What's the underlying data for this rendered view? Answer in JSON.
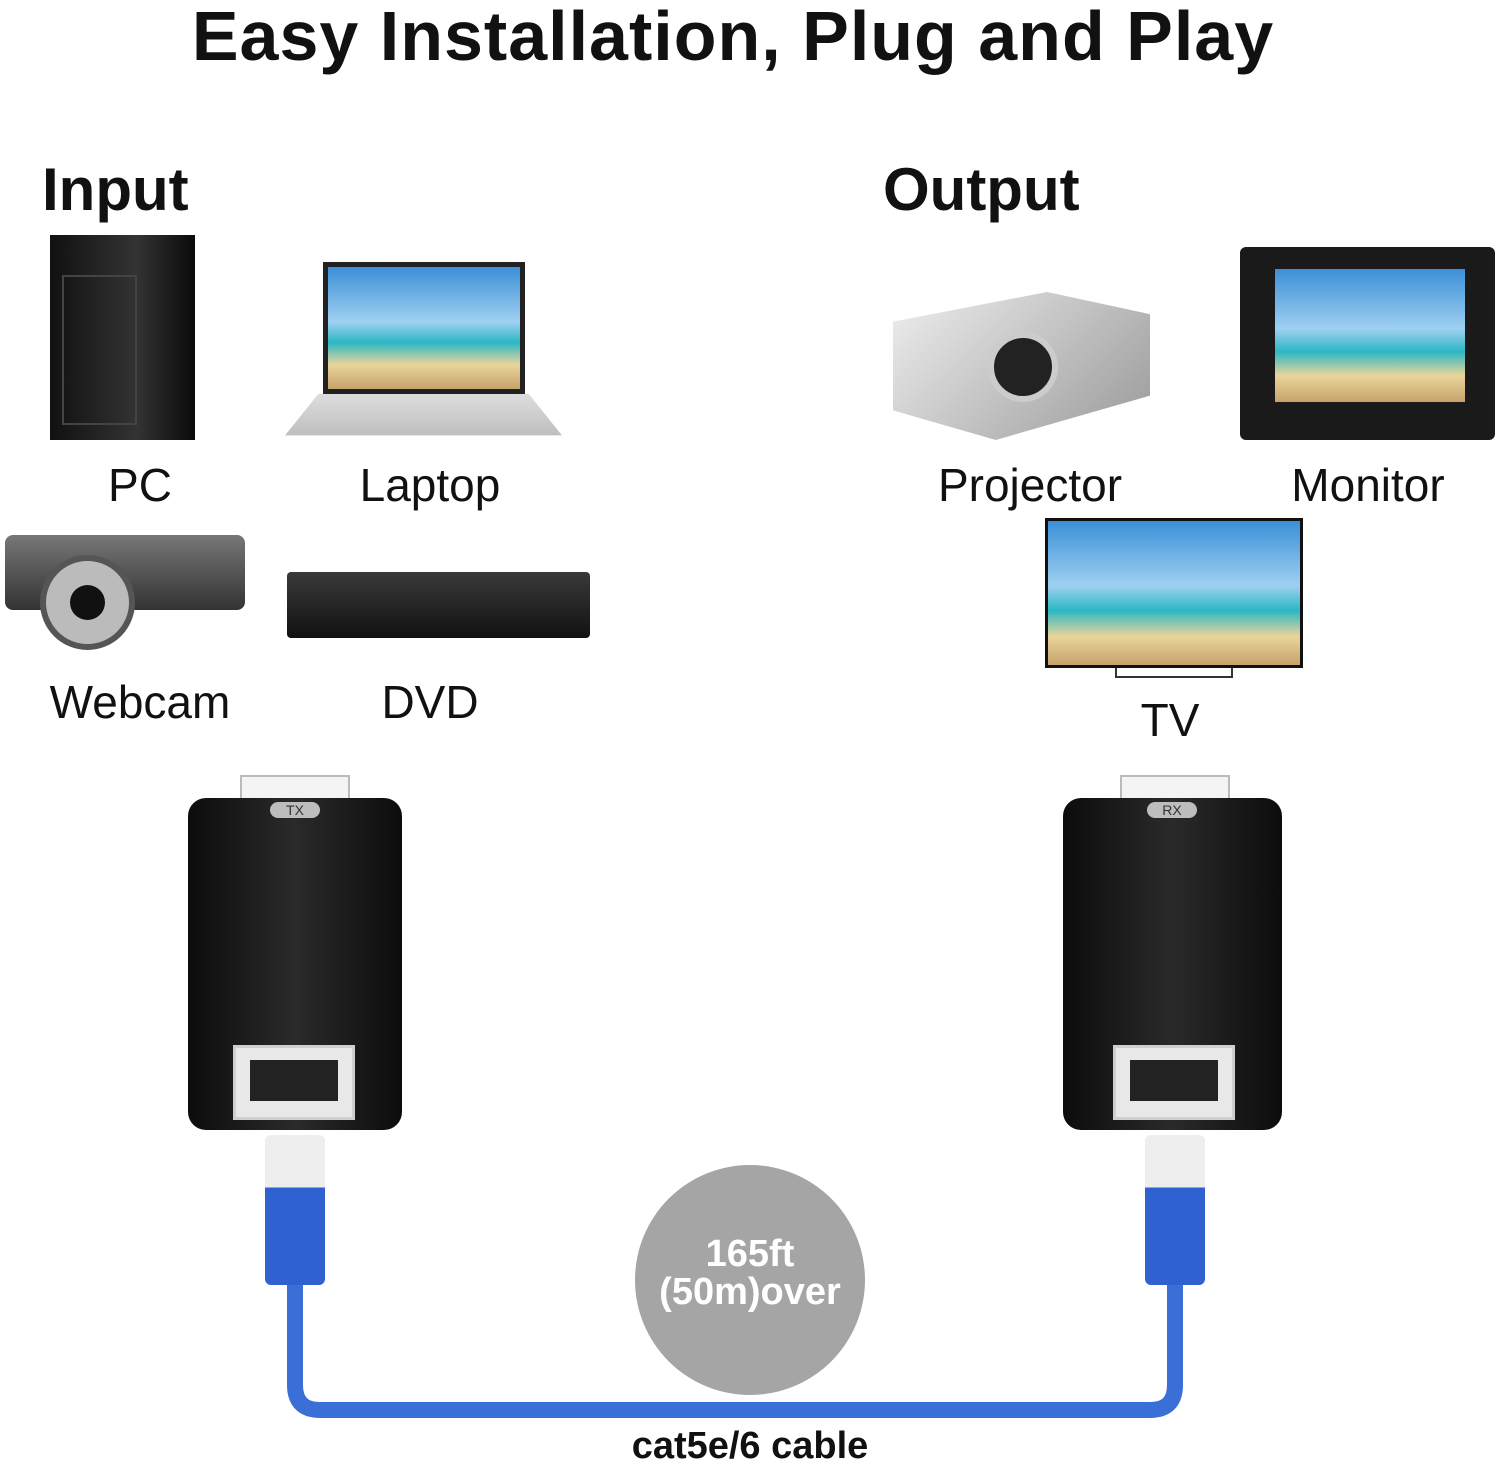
{
  "title": "Easy Installation, Plug and Play",
  "input": {
    "heading": "Input",
    "devices": [
      "PC",
      "Laptop",
      "Webcam",
      "DVD"
    ]
  },
  "output": {
    "heading": "Output",
    "devices": [
      "Projector",
      "Monitor",
      "TV"
    ]
  },
  "transmitter": {
    "label": "TX"
  },
  "receiver": {
    "label": "RX"
  },
  "distance": {
    "line1": "165ft",
    "line2": "(50m)over"
  },
  "cable": {
    "label": "cat5e/6 cable",
    "color": "#3a6fd8"
  }
}
